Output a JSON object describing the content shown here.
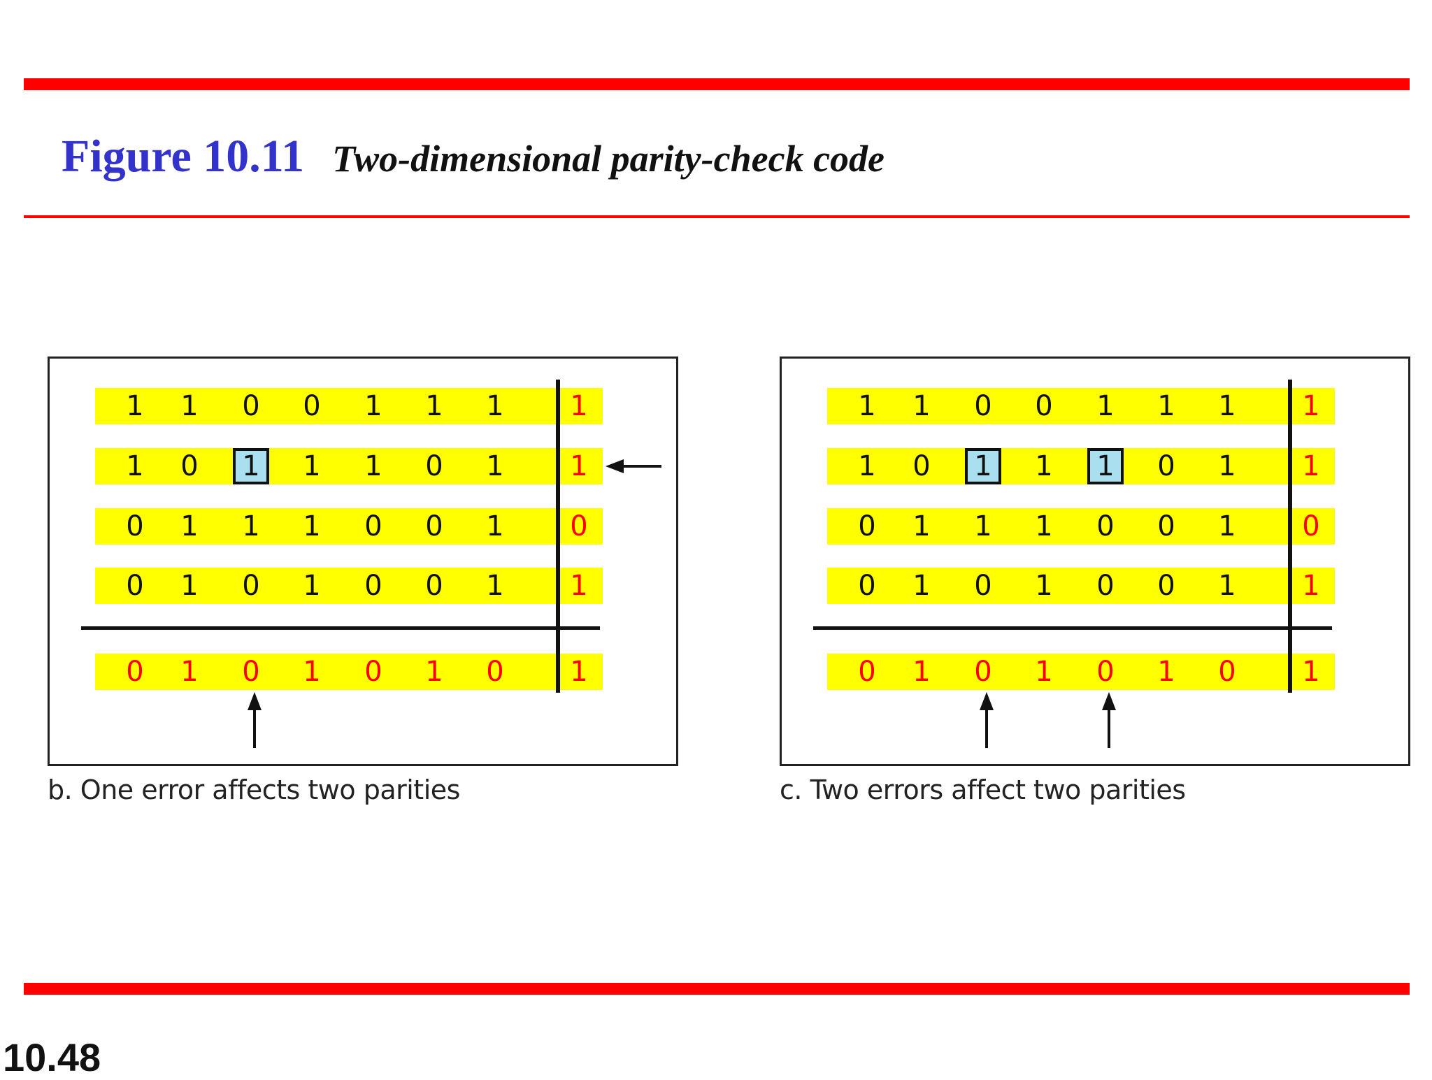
{
  "header": {
    "figure_number": "Figure 10.11",
    "figure_title": "Two-dimensional parity-check code"
  },
  "panels": [
    {
      "id": "b",
      "caption": "b. One error affects two parities",
      "data_rows": [
        {
          "bits": [
            "1",
            "1",
            "0",
            "0",
            "1",
            "1",
            "1"
          ],
          "parity": "1"
        },
        {
          "bits": [
            "1",
            "0",
            "1",
            "1",
            "1",
            "0",
            "1"
          ],
          "parity": "1"
        },
        {
          "bits": [
            "0",
            "1",
            "1",
            "1",
            "0",
            "0",
            "1"
          ],
          "parity": "0"
        },
        {
          "bits": [
            "0",
            "1",
            "0",
            "1",
            "0",
            "0",
            "1"
          ],
          "parity": "1"
        }
      ],
      "parity_row": {
        "bits": [
          "0",
          "1",
          "0",
          "1",
          "0",
          "1",
          "0"
        ],
        "parity": "1"
      }
    },
    {
      "id": "c",
      "caption": "c. Two errors affect two parities",
      "data_rows": [
        {
          "bits": [
            "1",
            "1",
            "0",
            "0",
            "1",
            "1",
            "1"
          ],
          "parity": "1"
        },
        {
          "bits": [
            "1",
            "0",
            "1",
            "1",
            "1",
            "0",
            "1"
          ],
          "parity": "1"
        },
        {
          "bits": [
            "0",
            "1",
            "1",
            "1",
            "0",
            "0",
            "1"
          ],
          "parity": "0"
        },
        {
          "bits": [
            "0",
            "1",
            "0",
            "1",
            "0",
            "0",
            "1"
          ],
          "parity": "1"
        }
      ],
      "parity_row": {
        "bits": [
          "0",
          "1",
          "0",
          "1",
          "0",
          "1",
          "0"
        ],
        "parity": "1"
      }
    }
  ],
  "colors": {
    "accent_rule": "#ff0000",
    "figure_number": "#3333cc",
    "row_highlight": "#ffff00",
    "parity_text": "#ff0000",
    "error_box": "#aadff0"
  },
  "page_number": "10.48"
}
